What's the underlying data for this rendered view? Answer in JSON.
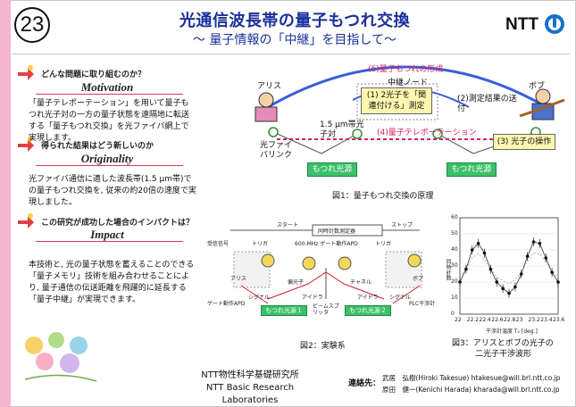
{
  "header": {
    "number": "23",
    "title": "光通信波長帯の量子もつれ交換",
    "subtitle": "～ 量子情報の「中継」を目指して～",
    "logo_text": "NTT"
  },
  "sections": [
    {
      "question": "どんな問題に取り組むのか？",
      "heading": "Motivation",
      "body": "「量子テレポーテーション」を用いて量子もつれ光子対の一方の量子状態を遠隔地に転送する「量子もつれ交換」を光ファイバ網上で実現します。"
    },
    {
      "question": "得られた結果はどう新しいのか",
      "heading": "Originality",
      "body": "光ファイバ通信に適した波長帯(1.5 μm帯)での量子もつれ交換を, 従来の約20倍の速度で実現しました。"
    },
    {
      "question": "この研究が成功した場合のインパクトは？",
      "heading": "Impact",
      "body": "本技術と, 光の量子状態を蓄えることのできる「量子メモリ」技術を組み合わせることにより, 量子通信の伝送距離を飛躍的に延長する「量子中継」が実現できます。"
    }
  ],
  "figure1": {
    "alice": "アリス",
    "bob": "ボブ",
    "relay_node": "中継ノード",
    "step5": "(5)量子もつれの形成",
    "step1": "(1) 2光子を「関連付ける」測定",
    "step2": "(2)測定結果の送付",
    "step3": "(3) 光子の操作",
    "step4": "(4)量子テレポーテーション",
    "photon_pair": "1.5 μm帯光子対",
    "fiber_link": "光ファイバリンク",
    "source_left": "もつれ光源",
    "source_right": "もつれ光源",
    "caption": "図1：量子もつれ交換の原理"
  },
  "figure2": {
    "start": "スタート",
    "stop": "ストップ",
    "counter": "同時計数測定器",
    "receiver_left": "受信信号",
    "trigger_left": "トリガ",
    "apd_center": "600-MHz ゲート動作APD",
    "trigger_right": "トリガ",
    "alice": "アリス",
    "polarizer": "偏光子",
    "channel": "チャネル",
    "bob": "ボブ",
    "apd_left": "ゲート動作APD",
    "signal_left": "シグナル",
    "idler_left": "アイドラ",
    "beam_splitter": "ビームスプリッタ",
    "idler_right": "アイドラ",
    "signal_right": "シグナル",
    "plc": "PLC干渉計",
    "source1": "もつれ光源１",
    "source2": "もつれ光源２",
    "caption": "図2：実験系"
  },
  "figure3": {
    "caption_line1": "図3：アリスとボブの光子の",
    "caption_line2": "二光子干渉波形",
    "ylabel": "同時計数",
    "xlabel": "干渉計温度 T₂ [deg.]",
    "y_ticks": [
      "60",
      "50",
      "40",
      "30",
      "20",
      "10",
      "0"
    ],
    "x_ticks": [
      "22",
      "22.2",
      "22.4",
      "22.6",
      "22.8",
      "23",
      "23.2",
      "23.4",
      "23.6"
    ]
  },
  "chart_data": {
    "type": "scatter",
    "title": "",
    "xlabel": "干渉計温度 T₂ [deg.]",
    "ylabel": "同時計数",
    "xlim": [
      22,
      23.6
    ],
    "ylim": [
      0,
      60
    ],
    "series": [
      {
        "x": [
          22.0,
          22.1,
          22.2,
          22.3,
          22.4,
          22.5,
          22.6,
          22.7,
          22.8,
          22.9,
          23.0,
          23.1,
          23.2,
          23.3,
          23.4,
          23.5,
          23.6
        ],
        "values": [
          20,
          28,
          40,
          44,
          38,
          28,
          20,
          16,
          13,
          17,
          25,
          36,
          45,
          44,
          35,
          26,
          20
        ]
      }
    ]
  },
  "footer": {
    "institute_ja": "NTT物性科学基礎研究所",
    "institute_en": "NTT Basic Research Laboratories",
    "contact_label": "連絡先：",
    "contact1": "武居　弘樹(Hiroki Takesue)   htakesue@will.brl.ntt.co.jp",
    "contact2": "原田　健一(Kenichi Harada)  kharada@will.brl.ntt.co.jp"
  },
  "colors": {
    "title": "#1a2f9c",
    "accent_red": "#d42060",
    "green": "#3cc06a",
    "yellow": "#fff6b0",
    "pink_bar": "#f4b6cf",
    "blue_arc": "#3b5fd9"
  }
}
